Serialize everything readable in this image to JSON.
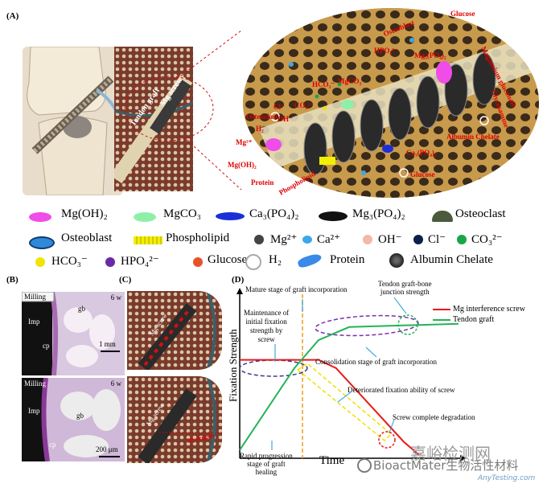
{
  "panels": {
    "a": "(A)",
    "b": "(B)",
    "c": "(C)",
    "d": "(D)"
  },
  "panel_a": {
    "graft_labels": [
      "Tendon graft",
      "Mg screw"
    ],
    "annotations": {
      "glucose_top": "Glucose",
      "magnesium_gluconate": "Magnesium gluconate",
      "glycosamine": "Glycosamine",
      "osteoblast": "Osteoblast",
      "hpo4": "HPO₄²⁻",
      "mg3po4_top": "Mg₃(PO₄)₂",
      "mgco3": "MgCO₃",
      "hco3": "HCO₃⁻",
      "co3": "CO₃²⁻",
      "osteoclast": "Osteoclast",
      "cl": "Cl⁻",
      "oh": "OH⁻",
      "h2": "H₂",
      "mg2": "Mg²⁺",
      "mgoh2": "Mg(OH)₂",
      "protein": "Protein",
      "phospholipid": "Phospholipid",
      "ca3po4": "Ca₃(PO₄)₂",
      "albumin_chelate": "Albumin Chelate",
      "glucose_bottom": "Glucose"
    }
  },
  "legend": {
    "row1": [
      "Mg(OH)₂",
      "MgCO₃",
      "Ca₃(PO₄)₂",
      "Mg₃(PO₄)₂",
      "Osteoclast"
    ],
    "row2": [
      "Osteoblast",
      "Phospholipid",
      "Mg²⁺",
      "Ca²⁺",
      "OH⁻",
      "Cl⁻",
      "CO₃²⁻"
    ],
    "row3": [
      "HCO₃⁻",
      "HPO₄²⁻",
      "Glucose",
      "H₂",
      "Protein",
      "Albumin Chelate"
    ],
    "colors": {
      "mgoh2": "#f04ce8",
      "mgco3": "#8ef0a8",
      "ca3po4": "#1a2fd8",
      "mg3po4": "#111111",
      "osteoclast": "#4a5a3a",
      "osteoblast": "#2e8ad8",
      "phospholipid": "#f0f000",
      "mg2": "#444444",
      "ca2": "#3aa8e8",
      "oh": "#f2b8a8",
      "cl": "#0b1f4a",
      "co3": "#19a64a",
      "hco3": "#f2e400",
      "hpo4": "#6a2aa8",
      "glucose": "#e8522a",
      "h2": "#cccccc",
      "protein": "#3a8ae8"
    }
  },
  "panel_b": {
    "top": {
      "milling": "Milling",
      "time": "6 w",
      "imp": "Imp",
      "gb": "gb",
      "cp": "cp",
      "scale": "1 mm"
    },
    "bottom": {
      "milling": "Milling",
      "time": "6 w",
      "imp": "Imp",
      "gb": "gb",
      "cp": "cp",
      "scale": "200 μm"
    }
  },
  "panel_c": {
    "top_label": "Mg screw",
    "bottom_label": "Mg screw",
    "hydrogen": "Hydrogen"
  },
  "panel_d": {
    "ylabel": "Fixation Strength",
    "xlabel": "Time",
    "legend": [
      "Mg interference screw",
      "Tendon  graft"
    ],
    "annotations": {
      "mature": "Mature stage of graft incorporation",
      "junction": [
        "Tendon graft-bone",
        "junction strength"
      ],
      "maintenance": [
        "Maintenance of",
        "initial fixation",
        "strength by",
        "screw"
      ],
      "consolidation": "Consolidation stage of graft incorporation",
      "deteriorated": "Deteriorated fixation ability of screw",
      "degradation": "Screw complete degradation",
      "rapid": [
        "Rapid progression",
        "stage of graft",
        "healing"
      ]
    },
    "colors": {
      "screw": "#e8191a",
      "graft": "#22b455",
      "dashed_orange": "#f29a1a",
      "dashed_purple": "#7a2fb0",
      "dashed_yellow": "#f0e000"
    }
  },
  "chart_data": {
    "type": "line",
    "xlabel": "Time",
    "ylabel": "Fixation Strength",
    "series": [
      {
        "name": "Mg interference screw",
        "points": [
          [
            0,
            0.6
          ],
          [
            0.36,
            0.6
          ],
          [
            0.44,
            0.55
          ],
          [
            0.75,
            0.1
          ],
          [
            0.82,
            0.02
          ]
        ]
      },
      {
        "name": "Tendon  graft",
        "points": [
          [
            0,
            0.05
          ],
          [
            0.25,
            0.55
          ],
          [
            0.36,
            0.72
          ],
          [
            0.5,
            0.8
          ],
          [
            1.0,
            0.82
          ]
        ]
      }
    ]
  },
  "watermark": {
    "brand": "BioactMater生物活性材料",
    "site_cn": "嘉峪检测网",
    "site_url": "AnyTesting.com"
  }
}
